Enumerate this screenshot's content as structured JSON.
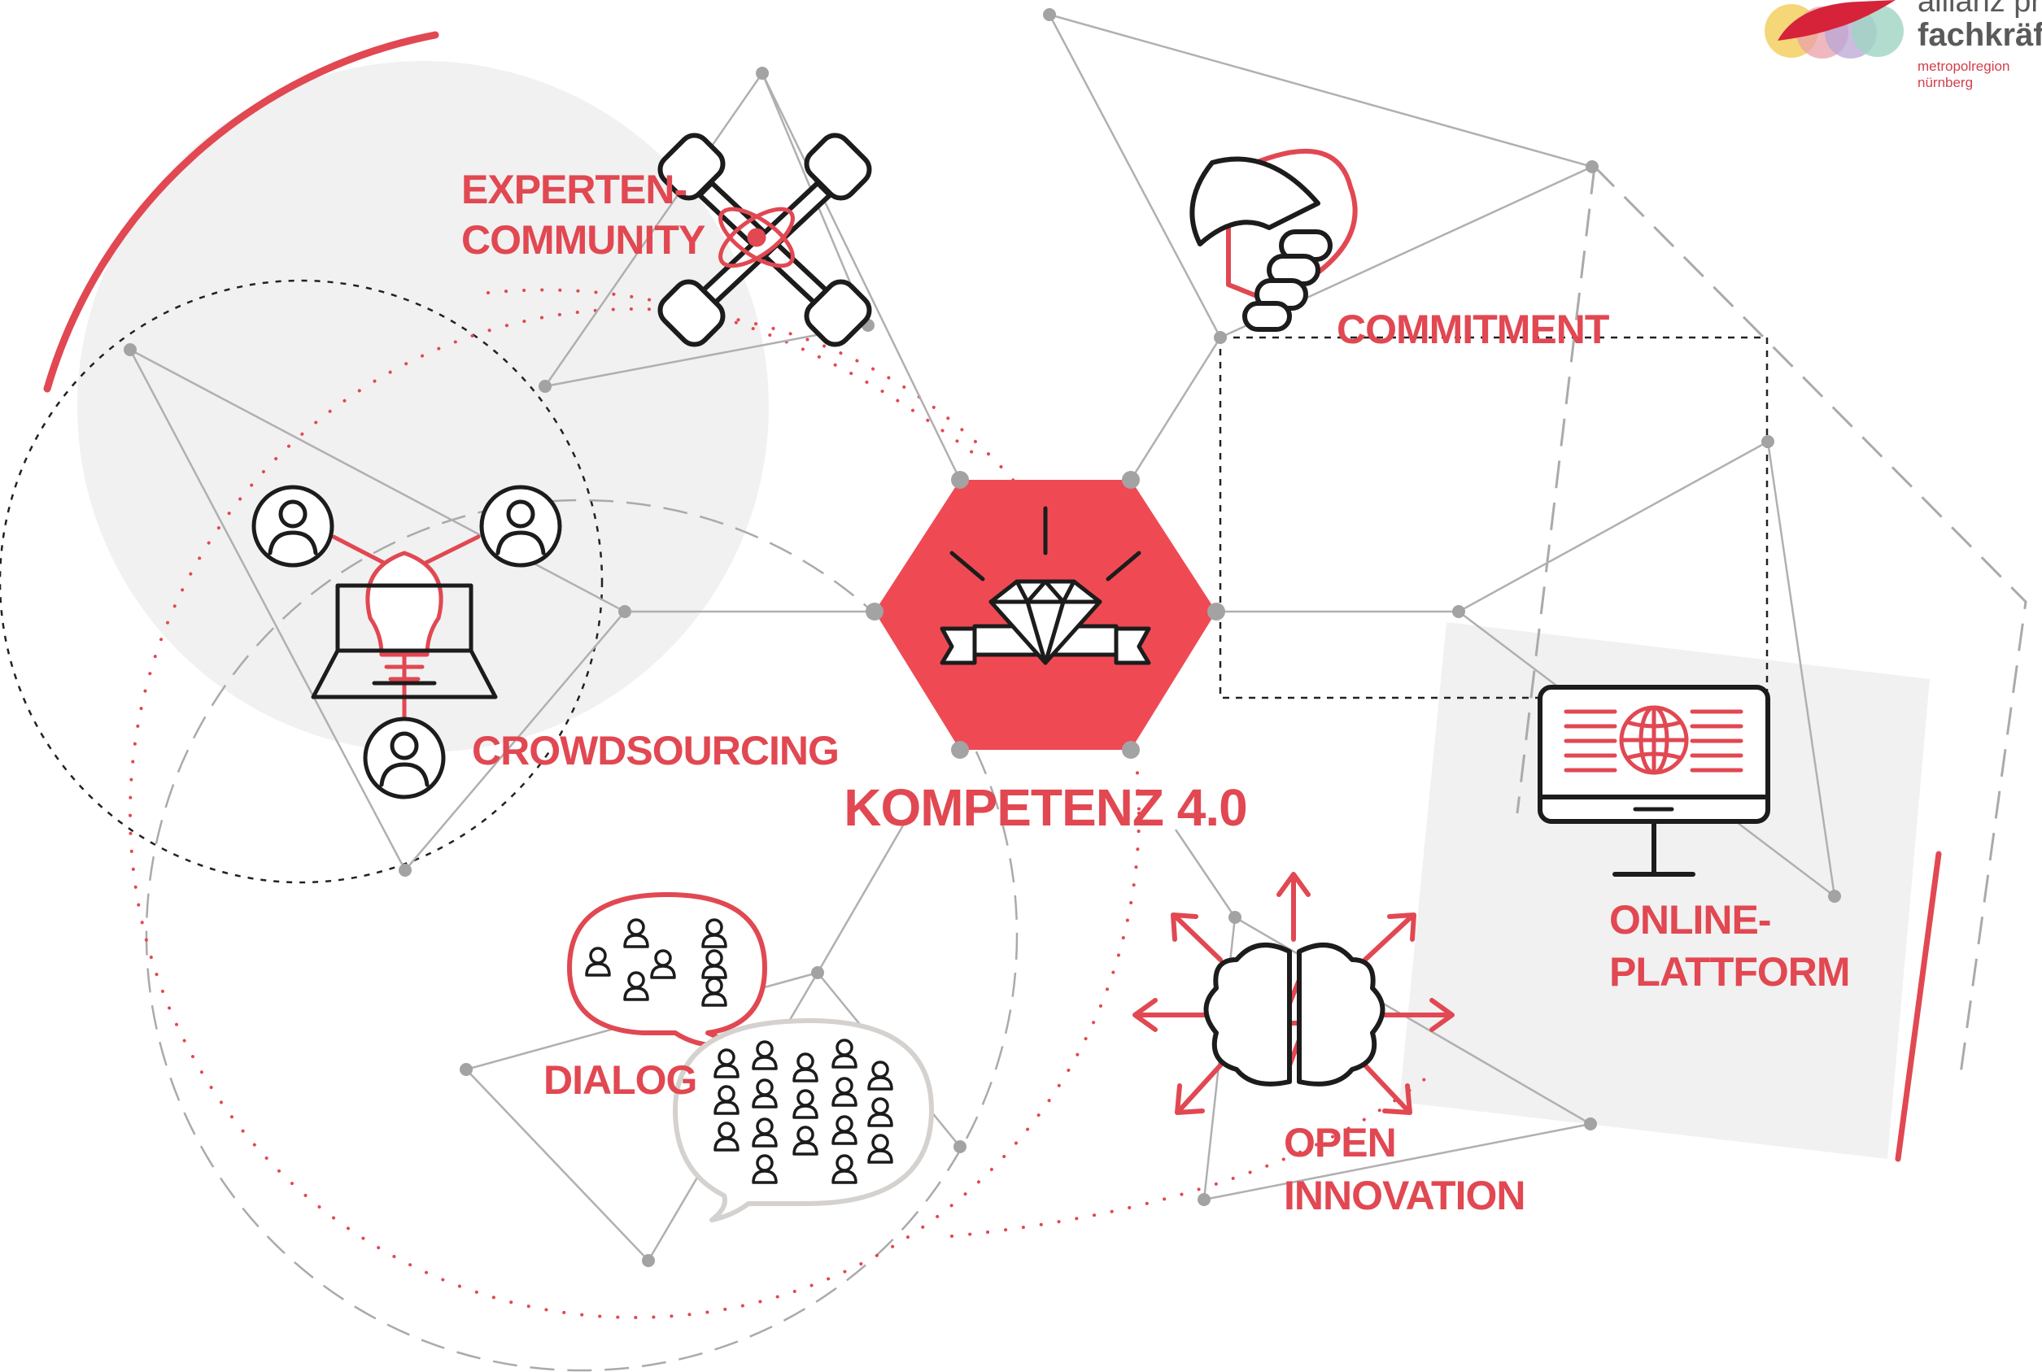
{
  "center": {
    "label": "KOMPETENZ 4.0",
    "color": "#ef4a54"
  },
  "nodes": {
    "experten": {
      "line1": "EXPERTEN-",
      "line2": "COMMUNITY"
    },
    "commitment": {
      "label": "COMMITMENT"
    },
    "crowdsourcing": {
      "label": "CROWDSOURCING"
    },
    "dialog": {
      "label": "DIALOG"
    },
    "open_innovation": {
      "line1": "OPEN",
      "line2": "INNOVATION"
    },
    "online_plattform": {
      "line1": "ONLINE-",
      "line2": "PLATTFORM"
    }
  },
  "logo": {
    "line1": "allianz pro",
    "line2": "fachkräfte",
    "line3": "metropolregion",
    "line4": "nürnberg",
    "colors": [
      "#f2c94c",
      "#e9a0a8",
      "#b9a6d6",
      "#9fd4c2",
      "#d6233a"
    ]
  },
  "colors": {
    "accent": "#e14852",
    "line": "#b0b0b0",
    "node": "#a3a3a3",
    "panel": "#f1f1f1",
    "icon": "#1c1c1c"
  },
  "icons": [
    "fists-atom-icon",
    "handshake-icon",
    "lightbulb-laptop-people-icon",
    "speech-bubbles-people-icon",
    "brain-arrows-icon",
    "monitor-globe-icon",
    "diamond-banner-icon"
  ]
}
